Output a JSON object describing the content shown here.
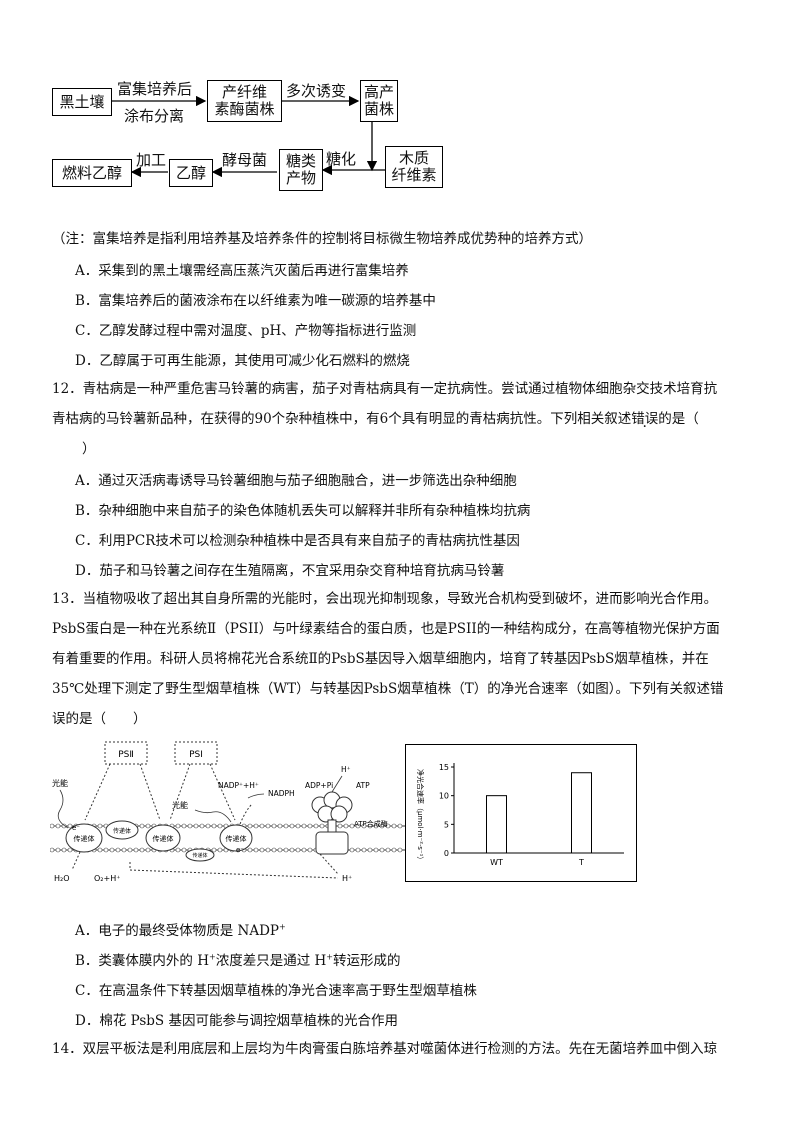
{
  "flow": {
    "boxes": {
      "soil": "黑土壤",
      "strain": [
        "产纤维",
        "素酶菌株"
      ],
      "high": [
        "高产",
        "菌株"
      ],
      "wood": [
        "木质",
        "纤维素"
      ],
      "sugar": [
        "糖类",
        "产物"
      ],
      "ethanol": "乙醇",
      "fuel": "燃料乙醇"
    },
    "labels": {
      "enrich_top": "富集培养后",
      "enrich_bottom": "涂布分离",
      "mutate": "多次诱变",
      "saccharify": "糖化",
      "yeast": "酵母菌",
      "process": "加工"
    }
  },
  "q11": {
    "note": "（注：富集培养是指利用培养基及培养条件的控制将目标微生物培养成优势种的培养方式）",
    "options": [
      "A．采集到的黑土壤需经高压蒸汽灭菌后再进行富集培养",
      "B．富集培养后的菌液涂布在以纤维素为唯一碳源的培养基中",
      "C．乙醇发酵过程中需对温度、pH、产物等指标进行监测",
      "D．乙醇属于可再生能源，其使用可减少化石燃料的燃烧"
    ]
  },
  "q12": {
    "line1": "12．青枯病是一种严重危害马铃薯的病害，茄子对青枯病具有一定抗病性。尝试通过植物体细胞杂交技术培育抗",
    "line2_pre": "青枯病的马铃薯新品种，在获得的90个杂种植株中，有6个具有明显的青枯病抗性。下列相关叙述",
    "line2_emph": "错误",
    "line2_post": "的是（",
    "line3": "）",
    "options": [
      "A．通过灭活病毒诱导马铃薯细胞与茄子细胞融合，进一步筛选出杂种细胞",
      "B．杂种细胞中来自茄子的染色体随机丢失可以解释并非所有杂种植株均抗病",
      "C．利用PCR技术可以检测杂种植株中是否具有来自茄子的青枯病抗性基因",
      "D．茄子和马铃薯之间存在生殖隔离，不宜采用杂交育种培育抗病马铃薯"
    ]
  },
  "q13": {
    "lines": [
      "13．当植物吸收了超出其自身所需的光能时，会出现光抑制现象，导致光合机构受到破坏，进而影响光合作用。",
      "PsbS蛋白是一种在光系统Ⅱ（PSII）与叶绿素结合的蛋白质，也是PSII的一种结构成分，在高等植物光保护方面",
      "有着重要的作用。科研人员将棉花光合系统Ⅱ的PsbS基因导入烟草细胞内，培育了转基因PsbS烟草植株，并在",
      "35℃处理下测定了野生型烟草植株（WT）与转基因PsbS烟草植株（T）的净光合速率（如图）。下列有关叙述错",
      "误的是（　　）"
    ],
    "options": {
      "A_pre": "A．电子的最终受体物质是 NADP",
      "A_sup": "+",
      "B_pre": "B．类囊体膜内外的 H",
      "B_sup1": "+",
      "B_mid": "浓度差只是通过 H",
      "B_sup2": "+",
      "B_post": "转运形成的",
      "C": "C．在高温条件下转基因烟草植株的净光合速率高于野生型烟草植株",
      "D": "D．棉花 PsbS 基因可能参与调控烟草植株的光合作用"
    }
  },
  "diagram": {
    "psii": "PSⅡ",
    "psi": "PSⅠ",
    "light1": "光能",
    "light2": "光能",
    "nadp": "NADP⁺+H⁺",
    "nadph": "NADPH",
    "adp": "ADP+Pi",
    "atp": "ATP",
    "atp_synthase": "ATP合成酶",
    "h_top": "H⁺",
    "h_bottom": "H⁺",
    "h2o": "H₂O",
    "o2": "O₂+H⁺",
    "carrier": "传递体",
    "e": "e⁻"
  },
  "chart_data": {
    "type": "bar",
    "categories": [
      "WT",
      "T"
    ],
    "values": [
      10,
      14
    ],
    "ylabel": "净光合速率（μmol·m⁻²·s⁻¹）",
    "ylim": [
      0,
      15
    ],
    "yticks": [
      0,
      5,
      10,
      15
    ],
    "grid": false
  },
  "q14": {
    "line1": "14．双层平板法是利用底层和上层均为牛肉膏蛋白胨培养基对噬菌体进行检测的方法。先在无菌培养皿中倒入琼"
  }
}
